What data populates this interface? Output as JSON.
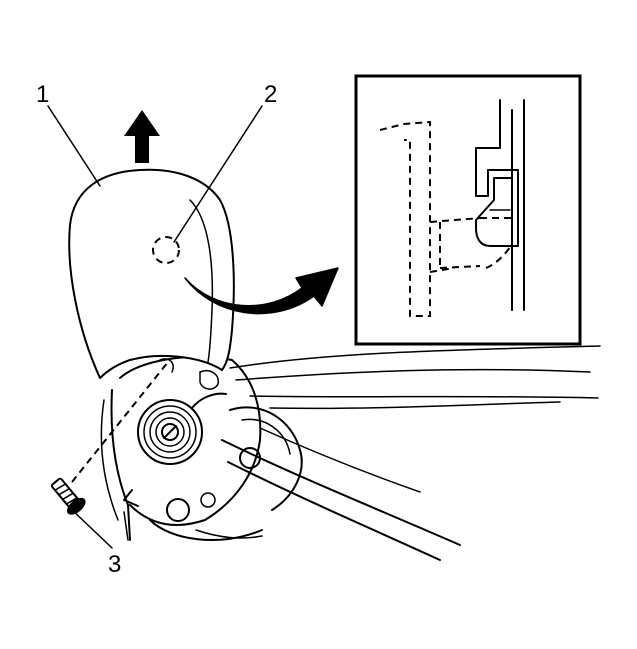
{
  "callouts": [
    {
      "id": "1",
      "label": "1"
    },
    {
      "id": "2",
      "label": "2"
    },
    {
      "id": "3",
      "label": "3"
    }
  ],
  "icons": {
    "lift_arrow": "up-arrow-icon",
    "detail_arrow": "curved-arrow-icon",
    "fastener": "screw-icon",
    "spring": "coil-spring-icon"
  },
  "colors": {
    "ink": "#000000",
    "paper": "#ffffff"
  }
}
